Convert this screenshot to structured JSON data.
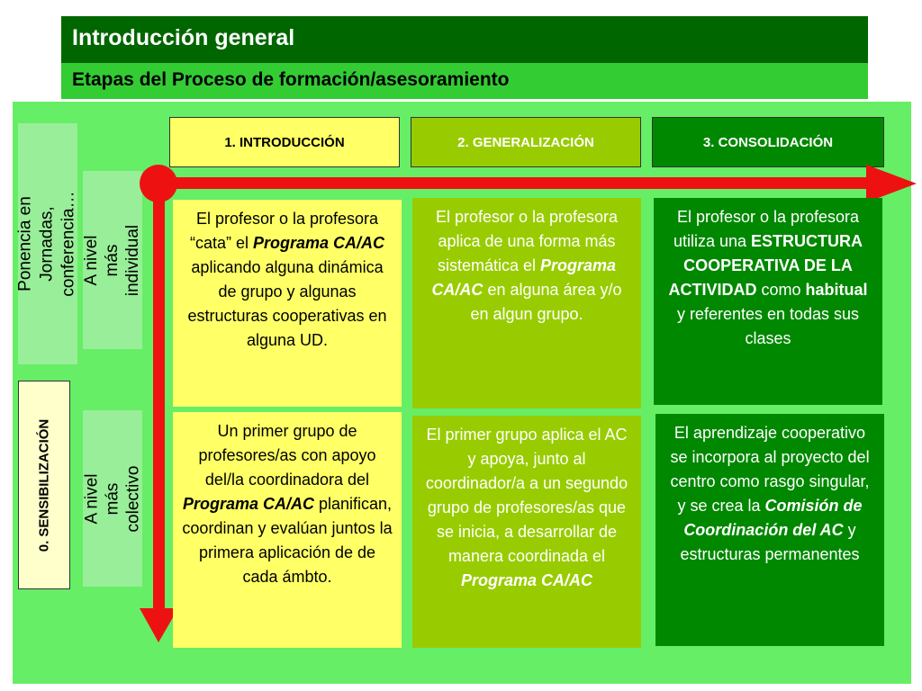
{
  "header": {
    "title": "Introducción general",
    "subtitle": "Etapas del Proceso de formación/asesoramiento"
  },
  "left_labels": {
    "ponencia": "Ponencia en Jornadas, conferencia…",
    "sensibilizacion": "0. SENSIBILIZACIÓN",
    "individual": "A nivel más individual",
    "colectivo": "A nivel más colectivo"
  },
  "phases": [
    "1. INTRODUCCIÓN",
    "2. GENERALIZACIÓN",
    "3. CONSOLIDACIÓN"
  ],
  "cells": {
    "ind_intro": {
      "a": "El profesor o la profesora “cata” el ",
      "b": "Programa CA/AC",
      "c": " aplicando alguna dinámica de grupo y algunas estructuras cooperativas en alguna UD."
    },
    "ind_gen": {
      "a": "El profesor o la profesora aplica de una forma más sistemática el ",
      "b": "Programa CA/AC",
      "c": " en alguna área y/o en algun grupo."
    },
    "ind_cons": {
      "a": "El profesor o la profesora utiliza una ",
      "b": "ESTRUCTURA COOPERATIVA DE LA ACTIVIDAD",
      "c": " como ",
      "d": "habitual",
      "e": " y referentes en todas sus clases"
    },
    "col_intro": {
      "a": "Un primer grupo de profesores/as con apoyo del/la coordinadora del ",
      "b": "Programa CA/AC",
      "c": " planifican, coordinan y evalúan juntos la primera aplicación  de de cada ámbto."
    },
    "col_gen": {
      "a": "El primer grupo aplica el AC y apoya, junto al coordinador/a a un segundo grupo de profesores/as que se inicia, a desarrollar de manera coordinada el ",
      "b": "Programa CA/AC"
    },
    "col_cons": {
      "a": "El aprendizaje cooperativo se incorpora al proyecto del centro como rasgo singular, y se crea la ",
      "b": "Comisión de Coordinación del AC",
      "c": " y estructuras permanentes"
    }
  },
  "colors": {
    "dark_green": "#006600",
    "light_green": "#33cc33",
    "panel_green": "#66ee66",
    "yellow": "#ffff66",
    "lime": "#99cc00",
    "green": "#008800",
    "arrow_red": "#ee1111"
  }
}
